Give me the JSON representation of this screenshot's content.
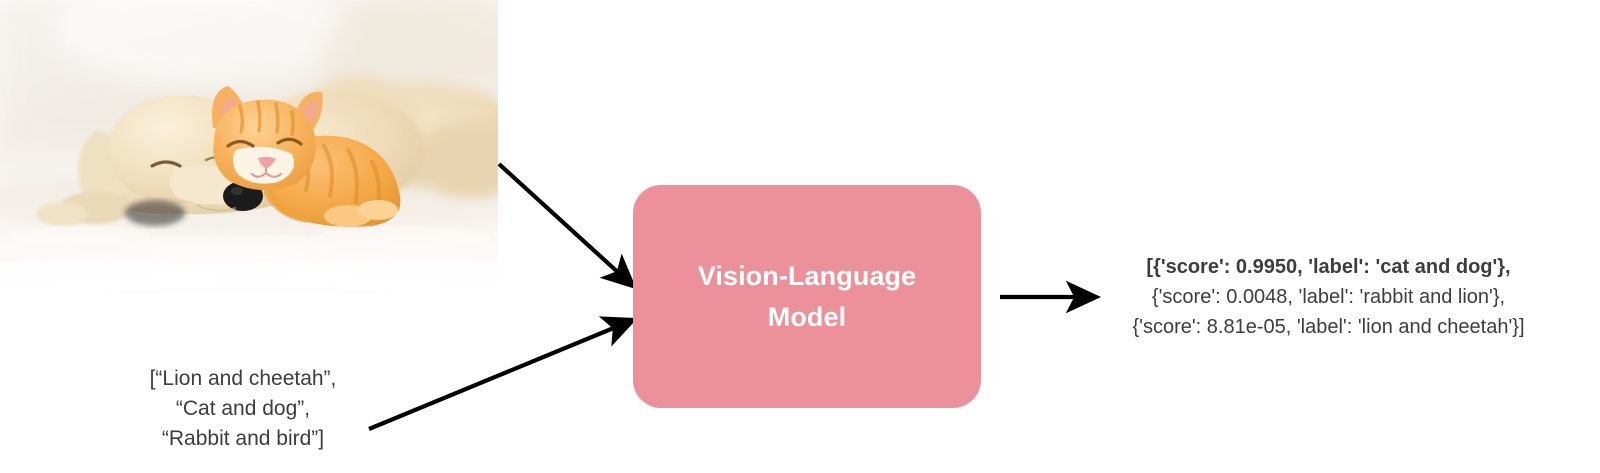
{
  "diagram": {
    "title": "Vision-Language Model zero-shot classification pipeline",
    "accent_color": "#ec9199",
    "text_color": "#3d3d3d",
    "arrow_color": "#000000"
  },
  "input_image": {
    "alt": "Sleeping golden puppy and orange tabby kitten cuddling on a white blanket",
    "icon": "photo-thumbnail"
  },
  "prompt": {
    "lines": [
      "[“Lion and cheetah”,",
      "“Cat and dog”,",
      "“Rabbit and bird”]"
    ]
  },
  "model": {
    "label": "Vision-Language\nModel",
    "line1": "Vision-Language",
    "line2": "Model"
  },
  "arrows": {
    "image_to_model": "arrow-icon",
    "prompt_to_model": "arrow-icon",
    "model_to_output": "arrow-icon"
  },
  "output": {
    "lines": [
      "[{'score': 0.9950, 'label': 'cat and dog'},",
      "{'score': 0.0048, 'label': 'rabbit and lion'},",
      "{'score': 8.81e-05, 'label': 'lion and cheetah'}]"
    ],
    "predictions": [
      {
        "score": "0.9950",
        "label": "cat and dog"
      },
      {
        "score": "0.0048",
        "label": "rabbit and lion"
      },
      {
        "score": "8.81e-05",
        "label": "lion and cheetah"
      }
    ]
  }
}
